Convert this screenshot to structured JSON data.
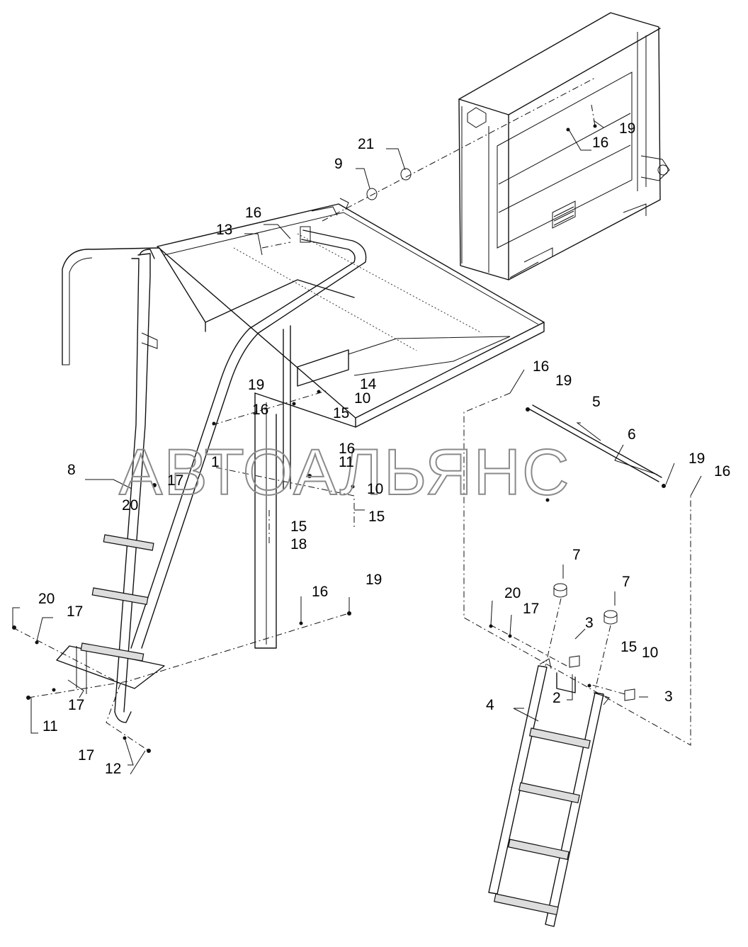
{
  "watermark": "АВТОАЛЬЯНС",
  "callouts": [
    {
      "id": "c21",
      "text": "21"
    },
    {
      "id": "c9",
      "text": "9"
    },
    {
      "id": "c16a",
      "text": "16"
    },
    {
      "id": "c19a",
      "text": "19"
    },
    {
      "id": "c16b",
      "text": "16"
    },
    {
      "id": "c13",
      "text": "13"
    },
    {
      "id": "c14",
      "text": "14"
    },
    {
      "id": "c10a",
      "text": "10"
    },
    {
      "id": "c19b",
      "text": "19"
    },
    {
      "id": "c16c",
      "text": "16"
    },
    {
      "id": "c15a",
      "text": "15"
    },
    {
      "id": "c16d",
      "text": "16"
    },
    {
      "id": "c11a",
      "text": "11"
    },
    {
      "id": "c1",
      "text": "1"
    },
    {
      "id": "c10b",
      "text": "10"
    },
    {
      "id": "c17a",
      "text": "17"
    },
    {
      "id": "c8",
      "text": "8"
    },
    {
      "id": "c20a",
      "text": "20"
    },
    {
      "id": "c15b",
      "text": "15"
    },
    {
      "id": "c15c",
      "text": "15"
    },
    {
      "id": "c18",
      "text": "18"
    },
    {
      "id": "c16e",
      "text": "16"
    },
    {
      "id": "c19c",
      "text": "19"
    },
    {
      "id": "c16f",
      "text": "16"
    },
    {
      "id": "c19d",
      "text": "19"
    },
    {
      "id": "c5",
      "text": "5"
    },
    {
      "id": "c6",
      "text": "6"
    },
    {
      "id": "c19e",
      "text": "19"
    },
    {
      "id": "c16g",
      "text": "16"
    },
    {
      "id": "c7a",
      "text": "7"
    },
    {
      "id": "c7b",
      "text": "7"
    },
    {
      "id": "c20b",
      "text": "20"
    },
    {
      "id": "c17b",
      "text": "17"
    },
    {
      "id": "c20c",
      "text": "20"
    },
    {
      "id": "c17c",
      "text": "17"
    },
    {
      "id": "c3a",
      "text": "3"
    },
    {
      "id": "c15d",
      "text": "15"
    },
    {
      "id": "c10c",
      "text": "10"
    },
    {
      "id": "c3b",
      "text": "3"
    },
    {
      "id": "c17d",
      "text": "17"
    },
    {
      "id": "c11b",
      "text": "11"
    },
    {
      "id": "c4",
      "text": "4"
    },
    {
      "id": "c2",
      "text": "2"
    },
    {
      "id": "c17e",
      "text": "17"
    },
    {
      "id": "c12",
      "text": "12"
    }
  ]
}
